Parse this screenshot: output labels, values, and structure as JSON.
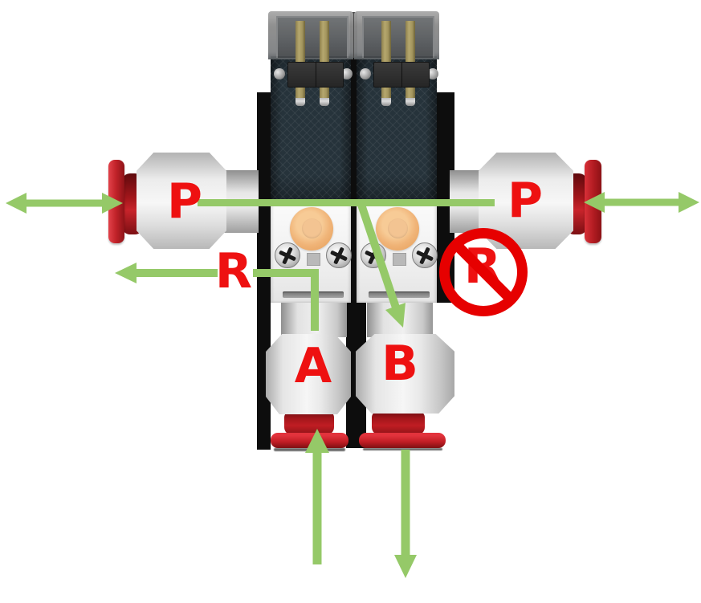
{
  "diagram": {
    "type": "pneumatic-valve-port-diagram",
    "ports": {
      "p_left": {
        "label": "P"
      },
      "p_right": {
        "label": "P"
      },
      "r_exhaust": {
        "label": "R"
      },
      "r_blocked": {
        "label": "R"
      },
      "port_a": {
        "label": "A"
      },
      "port_b": {
        "label": "B"
      }
    },
    "flow_arrows": [
      {
        "name": "left-supply-flow",
        "style": "double-headed",
        "orientation": "horizontal",
        "at": "left P fitting"
      },
      {
        "name": "right-supply-flow",
        "style": "double-headed",
        "orientation": "horizontal",
        "at": "right P fitting"
      },
      {
        "name": "p-to-p-line",
        "style": "plain-line",
        "orientation": "horizontal",
        "at": "between P labels"
      },
      {
        "name": "p-to-b-flow",
        "style": "arrow",
        "direction": "down-right",
        "at": "from P line to port B"
      },
      {
        "name": "a-to-r-exhaust",
        "style": "arrow",
        "direction": "left",
        "at": "from port A to R"
      },
      {
        "name": "a-inlet-flow",
        "style": "arrow",
        "direction": "up",
        "at": "below port A"
      },
      {
        "name": "b-outlet-flow",
        "style": "arrow",
        "direction": "down",
        "at": "below port B"
      }
    ],
    "prohibition_sign": {
      "meaning": "no flow to right R",
      "letter": "R"
    },
    "colors": {
      "label_red": "#ee1111",
      "prohibition_red": "#e60000",
      "arrow_green": "#95c968",
      "fitting_red": "#c2232a",
      "valve_body_dark": "#26333b",
      "override_knob_orange": "#f0b478",
      "fitting_gray": "#ececec",
      "manifold_black": "#0d0d0d"
    }
  }
}
